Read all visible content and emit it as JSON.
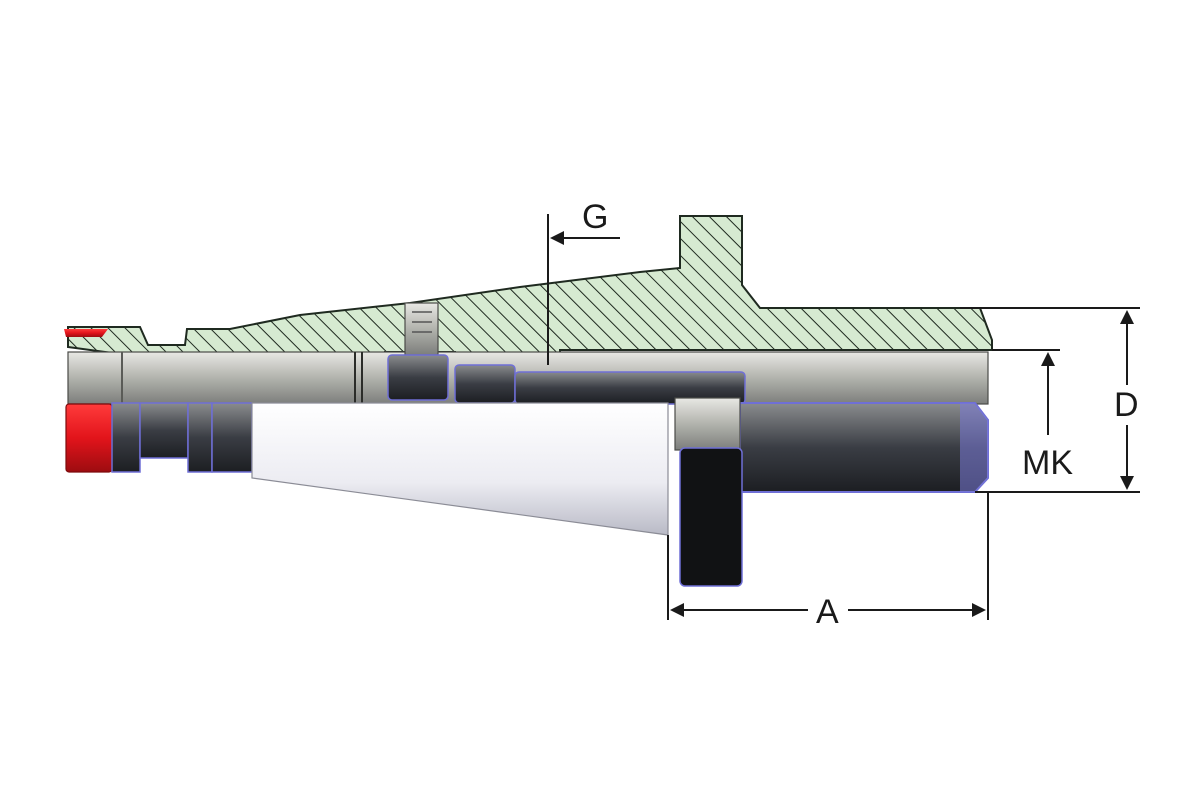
{
  "labels": {
    "g": "G",
    "d": "D",
    "mk": "MK",
    "a": "A"
  },
  "colors": {
    "hatch_fill": "#d6ead1",
    "hatch_line": "#1f2a20",
    "steel_light": "#c9cac4",
    "steel_mid": "#8f918d",
    "steel_dark": "#3a3d44",
    "taper_light": "#f4f4f8",
    "cap_red": "#e2141b",
    "accent_blue": "#6f6fd6",
    "dimension_line": "#1a1a1a"
  }
}
